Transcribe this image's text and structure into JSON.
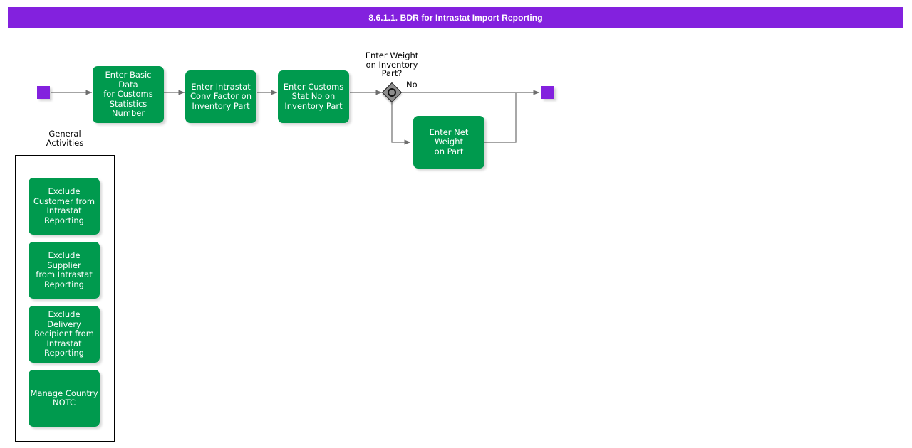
{
  "title": {
    "text": "8.6.1.1. BDR for Intrastat Import Reporting",
    "background": "#8321de",
    "color": "#ffffff"
  },
  "colors": {
    "task_green": "#009a4e",
    "event_purple": "#8321de",
    "gateway_gray": "#8c8c8c",
    "connector": "#6e6e6e",
    "panel_border": "#000000"
  },
  "flow": {
    "start_event": {
      "name": "start-event"
    },
    "end_event": {
      "name": "end-event"
    },
    "tasks": [
      {
        "label": "Enter Basic Data\nfor Customs\nStatistics Number"
      },
      {
        "label": "Enter Intrastat\nConv Factor on\nInventory Part"
      },
      {
        "label": "Enter Customs\nStat No on\nInventory Part"
      },
      {
        "label": "Enter Net Weight\non Part"
      }
    ],
    "gateway": {
      "label": "Enter Weight\non Inventory\nPart?",
      "type": "complex-gateway"
    },
    "branch_labels": {
      "no": "No"
    }
  },
  "group": {
    "title": "General\nActivities",
    "items": [
      {
        "label": "Exclude\nCustomer from\nIntrastat\nReporting"
      },
      {
        "label": "Exclude Supplier\nfrom Intrastat\nReporting"
      },
      {
        "label": "Exclude Delivery\nRecipient from\nIntrastat\nReporting"
      },
      {
        "label": "Manage Country\nNOTC"
      }
    ]
  }
}
